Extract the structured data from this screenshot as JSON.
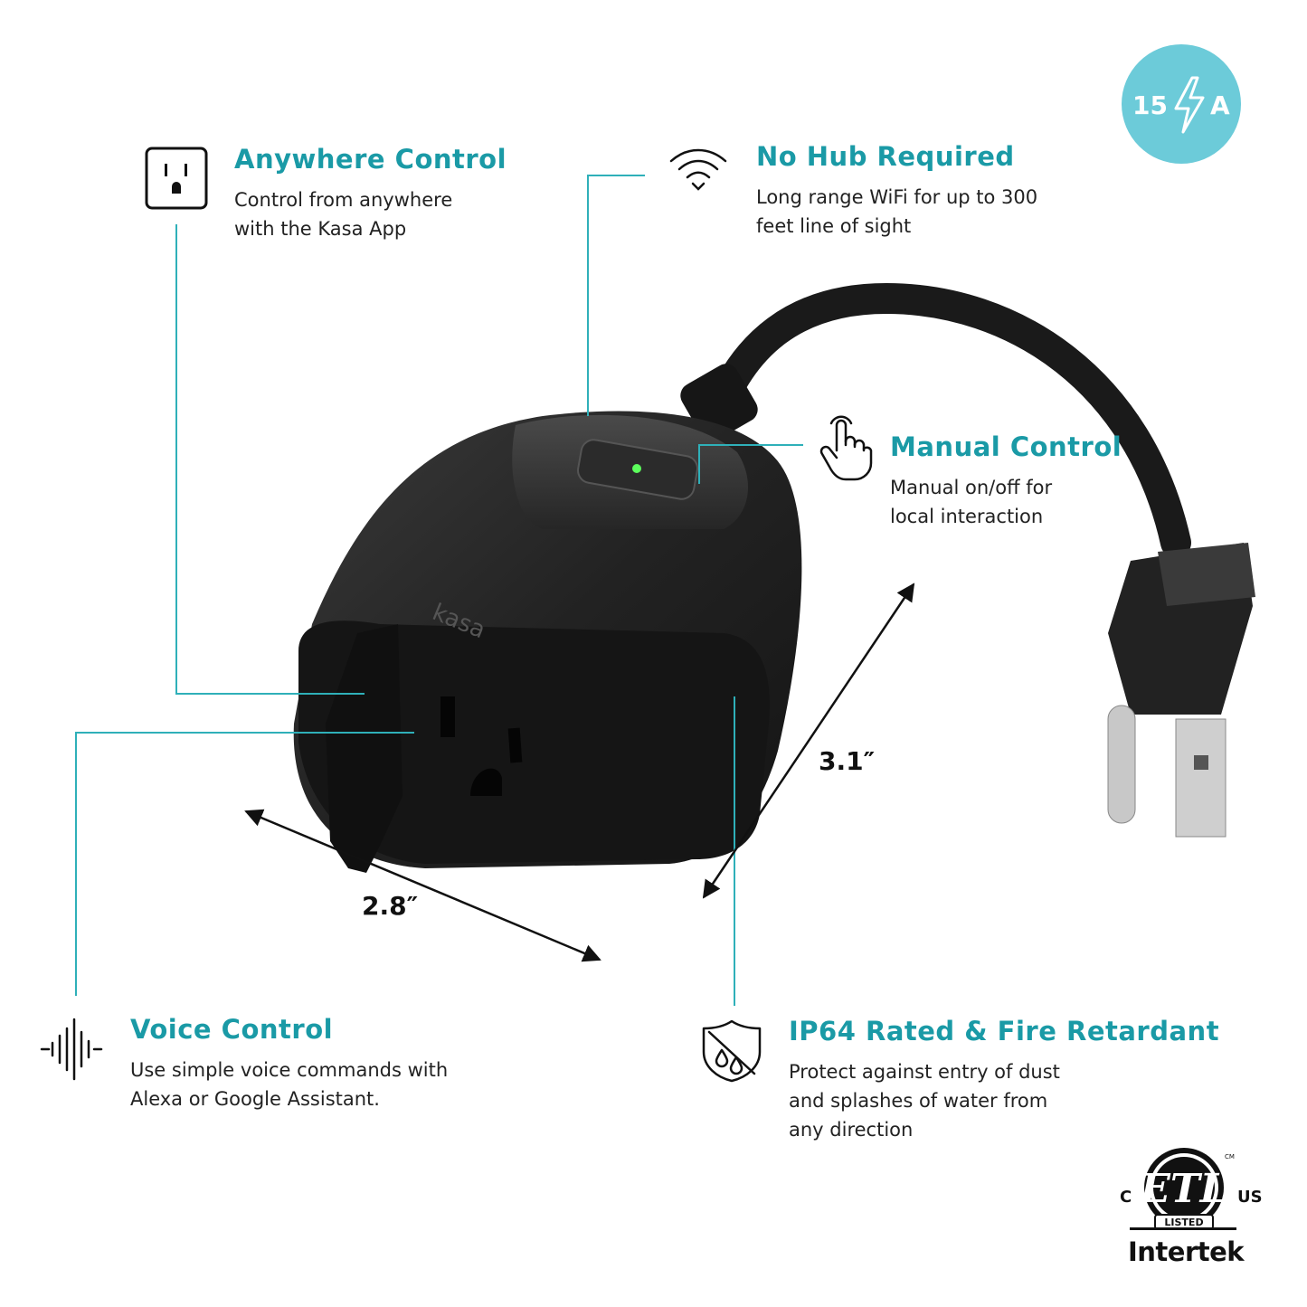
{
  "badge": {
    "number": "15",
    "unit": "A"
  },
  "features": {
    "anywhere": {
      "title": "Anywhere Control",
      "desc1": "Control from anywhere",
      "desc2": "with the Kasa App"
    },
    "nohub": {
      "title": "No Hub Required",
      "desc1": "Long range WiFi for up to 300",
      "desc2": "feet line of sight"
    },
    "manual": {
      "title": "Manual Control",
      "desc1": "Manual on/off for",
      "desc2": "local interaction"
    },
    "voice": {
      "title": "Voice Control",
      "desc1": "Use simple voice commands with",
      "desc2": "Alexa or Google Assistant."
    },
    "ip64": {
      "title": "IP64 Rated & Fire Retardant",
      "desc1": "Protect against entry of dust",
      "desc2": "and splashes of water from",
      "desc3": "any direction"
    }
  },
  "dimensions": {
    "width": "2.8″",
    "depth": "3.1″"
  },
  "product": {
    "brand": "kasa"
  },
  "certification": {
    "left": "C",
    "right": "US",
    "mark": "ETL",
    "listed": "LISTED",
    "cm": "CM",
    "lab": "Intertek"
  },
  "colors": {
    "accent": "#1a9aa6",
    "badge": "#6ccbd9",
    "device": "#1f1f1f"
  },
  "icons": [
    "outlet-icon",
    "wifi-icon",
    "hand-pointer-icon",
    "soundwave-icon",
    "shield-water-icon",
    "lightning-icon"
  ]
}
